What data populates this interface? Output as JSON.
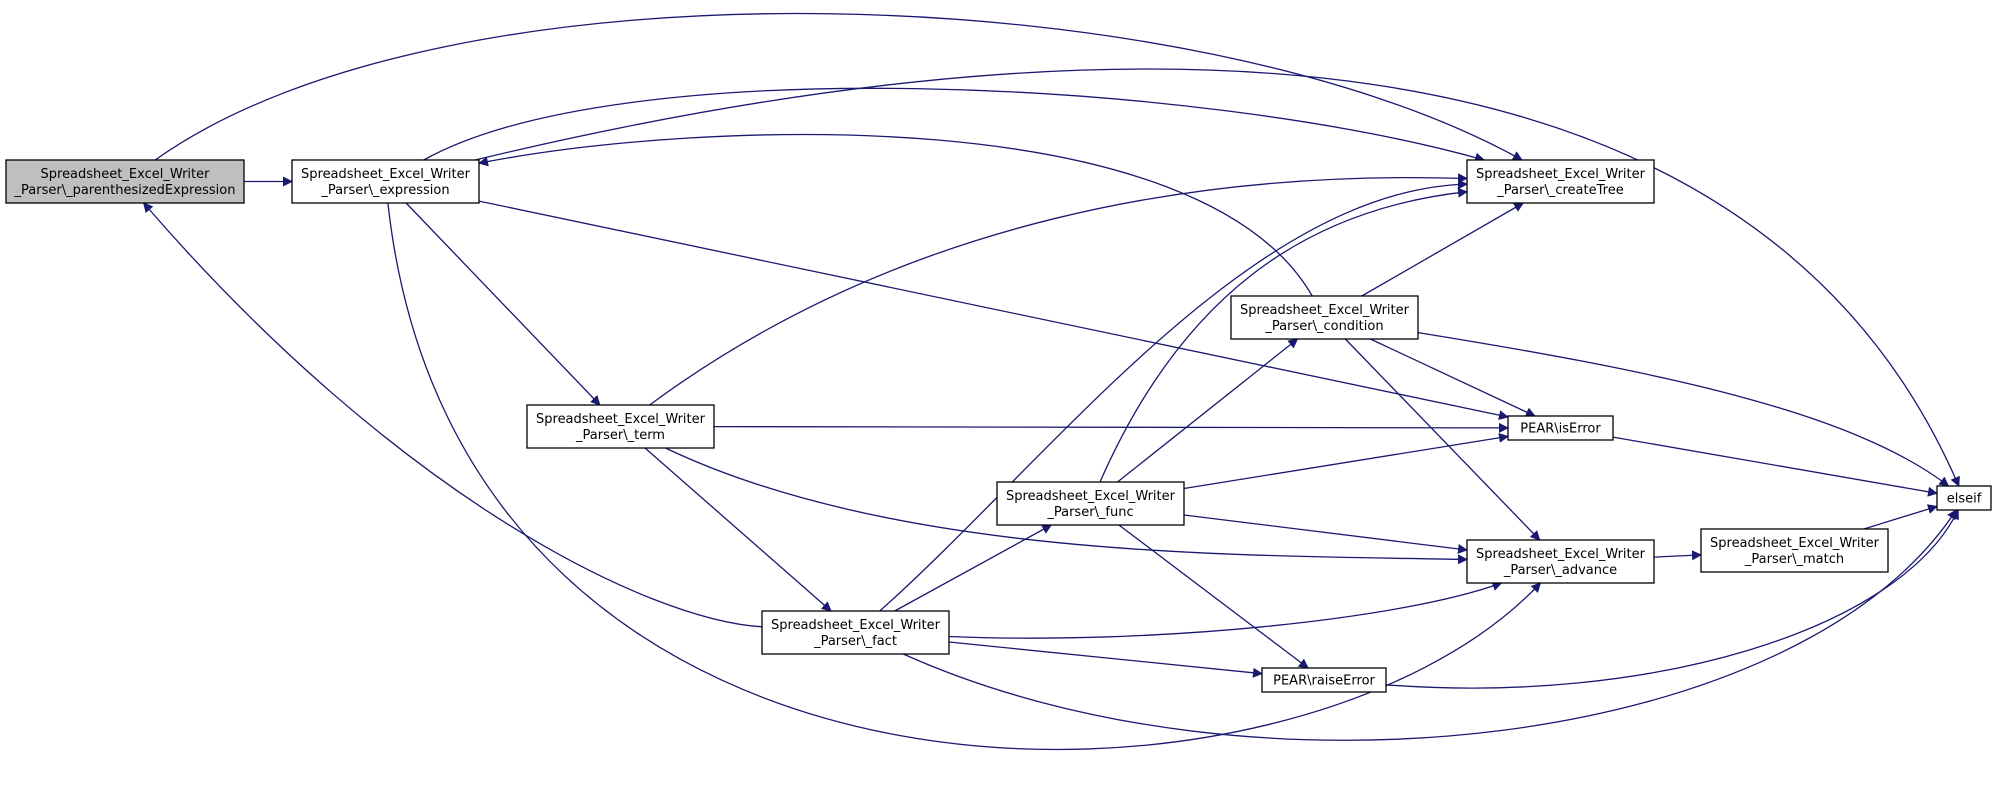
{
  "colors": {
    "edge": "#191970",
    "node_fill": "#ffffff",
    "highlight_fill": "#bfbfbf",
    "node_border": "#000000"
  },
  "nodes": [
    {
      "id": "paren",
      "lines": [
        "Spreadsheet_Excel_Writer",
        "_Parser\\_parenthesizedExpression"
      ],
      "highlight": true
    },
    {
      "id": "expr",
      "lines": [
        "Spreadsheet_Excel_Writer",
        "_Parser\\_expression"
      ]
    },
    {
      "id": "term",
      "lines": [
        "Spreadsheet_Excel_Writer",
        "_Parser\\_term"
      ]
    },
    {
      "id": "fact",
      "lines": [
        "Spreadsheet_Excel_Writer",
        "_Parser\\_fact"
      ]
    },
    {
      "id": "func",
      "lines": [
        "Spreadsheet_Excel_Writer",
        "_Parser\\_func"
      ]
    },
    {
      "id": "cond",
      "lines": [
        "Spreadsheet_Excel_Writer",
        "_Parser\\_condition"
      ]
    },
    {
      "id": "tree",
      "lines": [
        "Spreadsheet_Excel_Writer",
        "_Parser\\_createTree"
      ]
    },
    {
      "id": "iserr",
      "lines": [
        "PEAR\\isError"
      ]
    },
    {
      "id": "adv",
      "lines": [
        "Spreadsheet_Excel_Writer",
        "_Parser\\_advance"
      ]
    },
    {
      "id": "match",
      "lines": [
        "Spreadsheet_Excel_Writer",
        "_Parser\\_match"
      ]
    },
    {
      "id": "raise",
      "lines": [
        "PEAR\\raiseError"
      ]
    },
    {
      "id": "elseif",
      "lines": [
        "elseif"
      ]
    }
  ],
  "edges": [
    {
      "from": "paren",
      "to": "expr"
    },
    {
      "from": "paren",
      "to": "tree"
    },
    {
      "from": "expr",
      "to": "tree"
    },
    {
      "from": "expr",
      "to": "elseif"
    },
    {
      "from": "expr",
      "to": "iserr"
    },
    {
      "from": "expr",
      "to": "term"
    },
    {
      "from": "expr",
      "to": "adv"
    },
    {
      "from": "term",
      "to": "tree"
    },
    {
      "from": "term",
      "to": "iserr"
    },
    {
      "from": "term",
      "to": "adv"
    },
    {
      "from": "term",
      "to": "fact"
    },
    {
      "from": "fact",
      "to": "paren"
    },
    {
      "from": "fact",
      "to": "tree"
    },
    {
      "from": "fact",
      "to": "func"
    },
    {
      "from": "fact",
      "to": "adv"
    },
    {
      "from": "fact",
      "to": "raise"
    },
    {
      "from": "fact",
      "to": "elseif"
    },
    {
      "from": "func",
      "to": "tree"
    },
    {
      "from": "func",
      "to": "cond"
    },
    {
      "from": "func",
      "to": "iserr"
    },
    {
      "from": "func",
      "to": "adv"
    },
    {
      "from": "func",
      "to": "raise"
    },
    {
      "from": "cond",
      "to": "expr"
    },
    {
      "from": "cond",
      "to": "tree"
    },
    {
      "from": "cond",
      "to": "iserr"
    },
    {
      "from": "cond",
      "to": "adv"
    },
    {
      "from": "cond",
      "to": "elseif"
    },
    {
      "from": "iserr",
      "to": "elseif"
    },
    {
      "from": "adv",
      "to": "match"
    },
    {
      "from": "match",
      "to": "elseif"
    },
    {
      "from": "raise",
      "to": "elseif"
    }
  ]
}
